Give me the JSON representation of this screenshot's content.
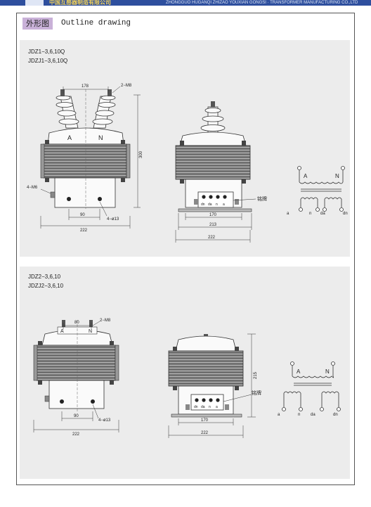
{
  "header": {
    "title": "中国互感器制造有限公司",
    "subtitle": "ZHONGGUO HUGANQI ZHIZAO YOUXIAN GONGSI · TRANSFORMER MANUFACTURING CO.,LTD"
  },
  "section": {
    "badge": "外形图",
    "title": "Outline drawing"
  },
  "panel1": {
    "model_line1": "JDZ1−3,6,10Q",
    "model_line2": "JDZJ1−3,6,10Q",
    "dims": {
      "d178": "178",
      "m8": "2−M8",
      "d300": "300",
      "m6": "4−M6",
      "d90": "90",
      "hole": "4−ø13",
      "d222a": "222",
      "d170": "170",
      "d213": "213",
      "d222b": "222",
      "nameplate": "铭牌"
    },
    "bushing_a": "A",
    "bushing_n": "N",
    "terminals": [
      "dn",
      "da",
      "n",
      "a"
    ],
    "schematic": {
      "A": "A",
      "N": "N",
      "a": "a",
      "n": "n",
      "da": "da",
      "dn": "dn"
    }
  },
  "panel2": {
    "model_line1": "JDZ2−3,6,10",
    "model_line2": "JDZJ2−3,6,10",
    "dims": {
      "d80": "80",
      "m8": "2−M8",
      "d90": "90",
      "hole": "4−ø13",
      "d222a": "222",
      "d215": "215",
      "nameplate": "铭牌",
      "d170": "170",
      "d222b": "222"
    },
    "bushing_a": "A",
    "bushing_n": "N",
    "terminals": [
      "dn",
      "da",
      "n",
      "a"
    ],
    "schematic": {
      "A": "A",
      "N": "N",
      "a": "a",
      "n": "n",
      "da": "da",
      "dn": "dn"
    }
  }
}
